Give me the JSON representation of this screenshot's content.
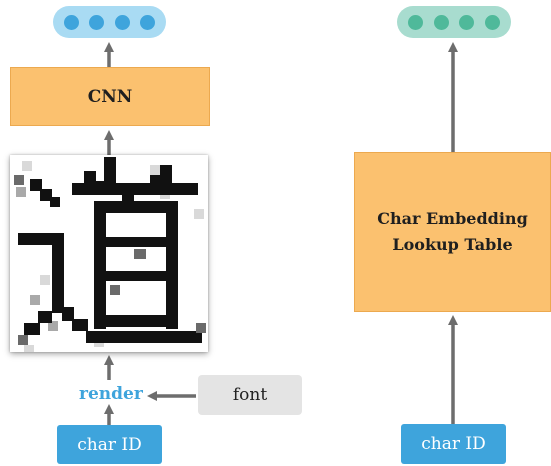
{
  "left": {
    "output_dots": 4,
    "cnn_label": "CNN",
    "render_label": "render",
    "font_label": "font",
    "char_id_label": "char ID",
    "glyph_char": "道"
  },
  "right": {
    "output_dots": 4,
    "table_label_line1": "Char Embedding",
    "table_label_line2": "Lookup Table",
    "char_id_label": "char ID"
  },
  "colors": {
    "blue_pill": "#a9dbf3",
    "blue_dot": "#3ea4dc",
    "green_pill": "#a8dccf",
    "green_dot": "#4fb99a",
    "orange": "#fbc16f",
    "arrow": "#6d6d6d"
  }
}
